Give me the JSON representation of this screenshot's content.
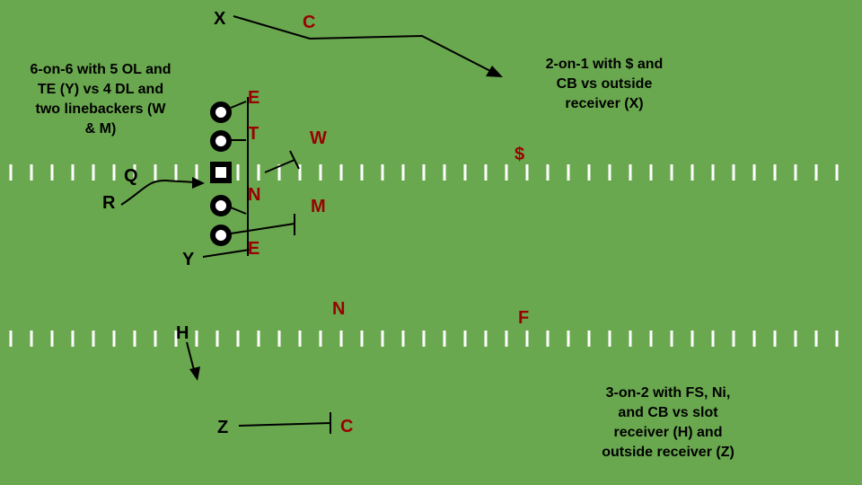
{
  "colors": {
    "field": "#6aa84f",
    "offense": "#000000",
    "defense": "#990000",
    "yard_line": "#ffffff"
  },
  "notes": {
    "left": "6-on-6 with 5 OL and\nTE (Y) vs 4 DL and\ntwo linebackers (W\n& M)",
    "right_top": "2-on-1 with $ and\nCB vs outside\nreceiver (X)",
    "right_bottom": "3-on-2 with FS, Ni,\nand CB vs slot\nreceiver (H) and\noutside receiver (Z)"
  },
  "offense": {
    "x": "X",
    "q": "Q",
    "r": "R",
    "y": "Y",
    "h": "H",
    "z": "Z"
  },
  "defense": {
    "c_top": "C",
    "e_top": "E",
    "t": "T",
    "n_line": "N",
    "e_bottom": "E",
    "w": "W",
    "m": "M",
    "safety": "$",
    "n_nickel": "N",
    "f": "F",
    "c_bottom": "C"
  }
}
